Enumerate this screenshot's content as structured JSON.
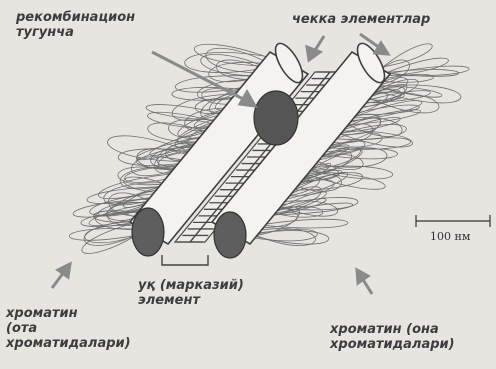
{
  "labels": {
    "recombination_nodule": [
      "рекомбинацион",
      "тугунча"
    ],
    "lateral_elements": "чекка элементлар",
    "central_element": [
      "уқ (марказий)",
      "элемент"
    ],
    "chromatin_mother": [
      "хроматин",
      "(ота",
      "хроматидалари)"
    ],
    "chromatin_father": [
      "хроматин (она",
      "хроматидалари)"
    ]
  },
  "scale_bar": {
    "label": "100 нм"
  },
  "colors": {
    "background": "#e7e5e0",
    "line": "#4a4a4a",
    "nodule": "#555555",
    "label_text": "#3d3d3d"
  }
}
